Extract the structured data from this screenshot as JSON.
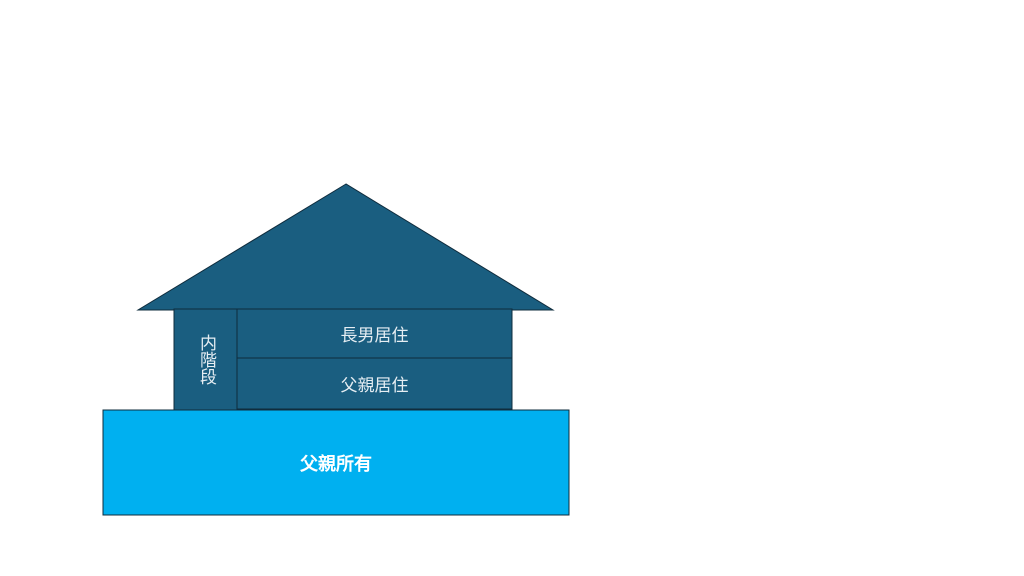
{
  "colors": {
    "house": "#1a5e80",
    "outline": "#0f2c3d",
    "base": "#00b0f0"
  },
  "labels": {
    "stairs": "内階段",
    "upper_floor": "長男居住",
    "lower_floor": "父親居住",
    "land": "父親所有"
  }
}
